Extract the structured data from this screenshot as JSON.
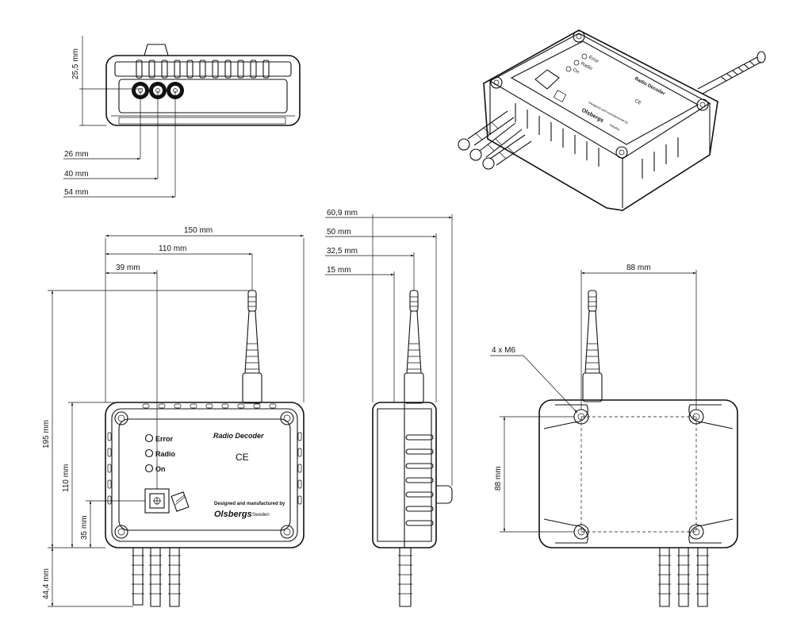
{
  "top_view": {
    "dims": {
      "height": "25,5 mm",
      "d1": "26 mm",
      "d2": "40 mm",
      "d3": "54 mm"
    }
  },
  "front_view": {
    "dims": {
      "w_total": "150 mm",
      "w_antenna": "110 mm",
      "w_button": "39 mm",
      "h_total": "195 mm",
      "h_body": "110 mm",
      "h_button": "35 mm",
      "h_connector": "44,4 mm"
    },
    "leds": [
      "Error",
      "Radio",
      "On"
    ],
    "title": "Radio Decoder",
    "ce_mark": "CE",
    "maker_line": "Designed and manufactured by",
    "brand": "Olsbergs",
    "country": "Sweden"
  },
  "side_view": {
    "dims": {
      "d1": "60,9 mm",
      "d2": "50 mm",
      "d3": "32,5 mm",
      "d4": "15 mm"
    }
  },
  "back_view": {
    "dims": {
      "w_holes": "88 mm",
      "h_holes": "88 mm"
    },
    "holes_label": "4 x M6"
  }
}
